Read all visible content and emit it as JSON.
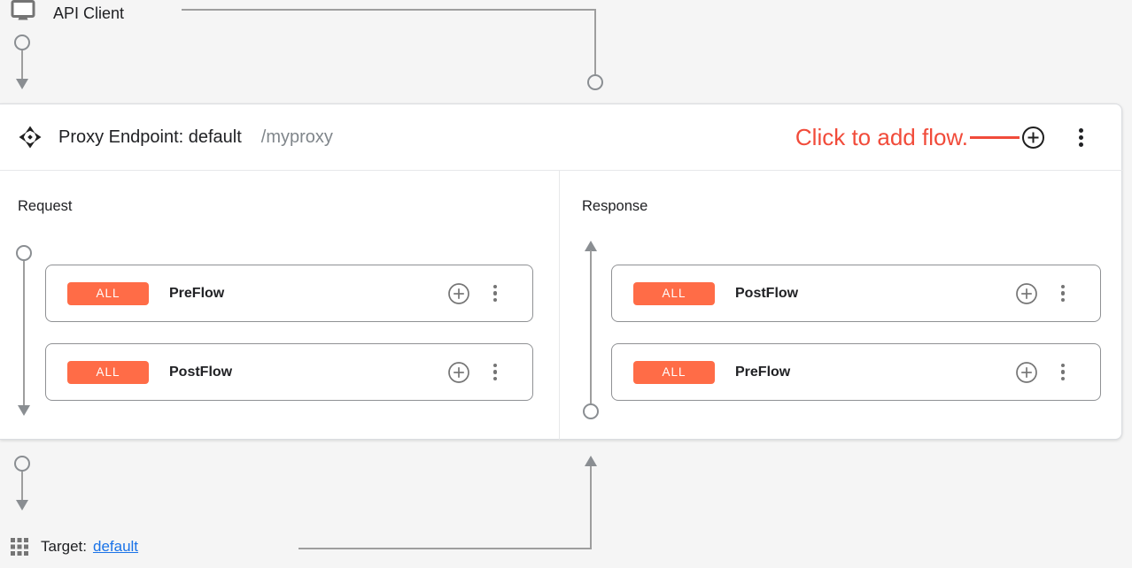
{
  "api_client": {
    "label": "API Client"
  },
  "proxy_endpoint": {
    "title": "Proxy Endpoint: default",
    "base_path": "/myproxy",
    "add_flow_hint": "Click to add flow.",
    "request": {
      "label": "Request",
      "flows": [
        {
          "condition": "ALL",
          "name": "PreFlow"
        },
        {
          "condition": "ALL",
          "name": "PostFlow"
        }
      ]
    },
    "response": {
      "label": "Response",
      "flows": [
        {
          "condition": "ALL",
          "name": "PostFlow"
        },
        {
          "condition": "ALL",
          "name": "PreFlow"
        }
      ]
    }
  },
  "target": {
    "label": "Target:",
    "value": "default"
  },
  "colors": {
    "badge_orange": "#ff6c47",
    "hint_red": "#f14b3a",
    "link_blue": "#1a73e8",
    "connector_gray": "#9e9e9e",
    "panel_white": "#ffffff",
    "canvas_gray": "#f5f5f5"
  }
}
